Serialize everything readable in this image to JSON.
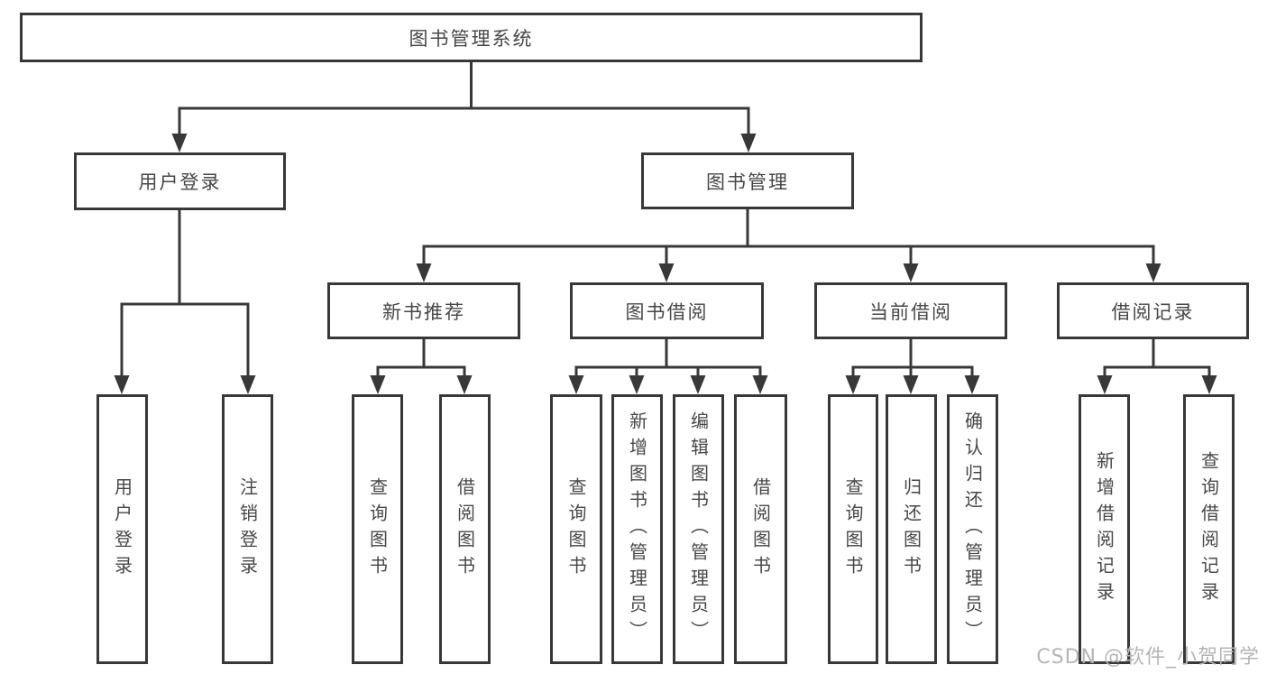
{
  "tree": {
    "root": "图书管理系统",
    "children": [
      {
        "label": "用户登录",
        "children": [
          {
            "label": "用户登录"
          },
          {
            "label": "注销登录"
          }
        ]
      },
      {
        "label": "图书管理",
        "children": [
          {
            "label": "新书推荐",
            "children": [
              {
                "label": "查询图书"
              },
              {
                "label": "借阅图书"
              }
            ]
          },
          {
            "label": "图书借阅",
            "children": [
              {
                "label": "查询图书"
              },
              {
                "label": "新增图书（管理员）"
              },
              {
                "label": "编辑图书（管理员）"
              },
              {
                "label": "借阅图书"
              }
            ]
          },
          {
            "label": "当前借阅",
            "children": [
              {
                "label": "查询图书"
              },
              {
                "label": "归还图书"
              },
              {
                "label": "确认归还（管理员）"
              }
            ]
          },
          {
            "label": "借阅记录",
            "children": [
              {
                "label": "新增借阅记录"
              },
              {
                "label": "查询借阅记录"
              }
            ]
          }
        ]
      }
    ]
  },
  "colors": {
    "line": "#383838",
    "box_border": "#383838",
    "text": "#474747",
    "background": "#ffffff",
    "watermark_text_color": "#b5b5b5"
  },
  "watermark": {
    "text": "CSDN @软件_小贺同学"
  }
}
